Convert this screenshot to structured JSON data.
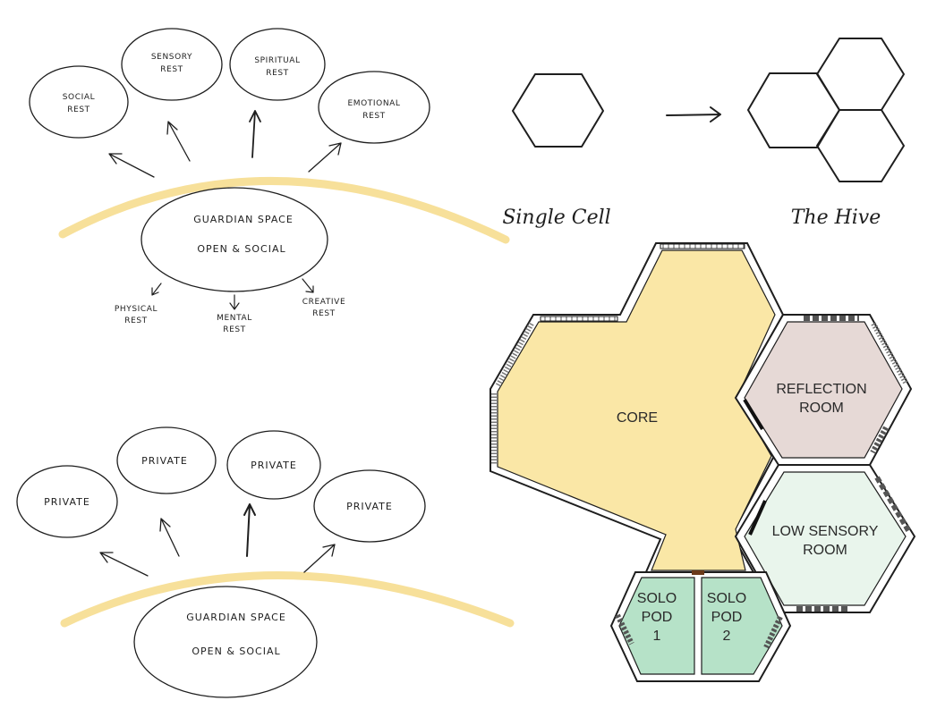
{
  "colors": {
    "bubble_fill": "#fcf1d3",
    "guardian_fill": "#f7d884",
    "arc": "#f7e09a",
    "core": "#fae7a6",
    "reflection": "#e6d9d6",
    "low_sensory": "#e9f5ec",
    "solo": "#b6e2c8"
  },
  "diagram_top": {
    "bubbles": [
      "SOCIAL REST",
      "SENSORY REST",
      "SPIRITUAL REST",
      "EMOTIONAL REST"
    ],
    "guardian_title": "GUARDIAN SPACE",
    "guardian_subtitle": "OPEN & SOCIAL",
    "outputs": [
      "PHYSICAL REST",
      "MENTAL REST",
      "CREATIVE REST"
    ]
  },
  "diagram_bottom": {
    "bubbles": [
      "PRIVATE",
      "PRIVATE",
      "PRIVATE",
      "PRIVATE"
    ],
    "guardian_title": "GUARDIAN SPACE",
    "guardian_subtitle": "OPEN & SOCIAL"
  },
  "concept": {
    "single_label": "Single Cell",
    "hive_label": "The Hive"
  },
  "plan": {
    "core": "CORE",
    "reflection": [
      "REFLECTION",
      "ROOM"
    ],
    "low_sensory": [
      "LOW SENSORY",
      "ROOM"
    ],
    "solo1": [
      "SOLO",
      "POD",
      "1"
    ],
    "solo2": [
      "SOLO",
      "POD",
      "2"
    ]
  }
}
